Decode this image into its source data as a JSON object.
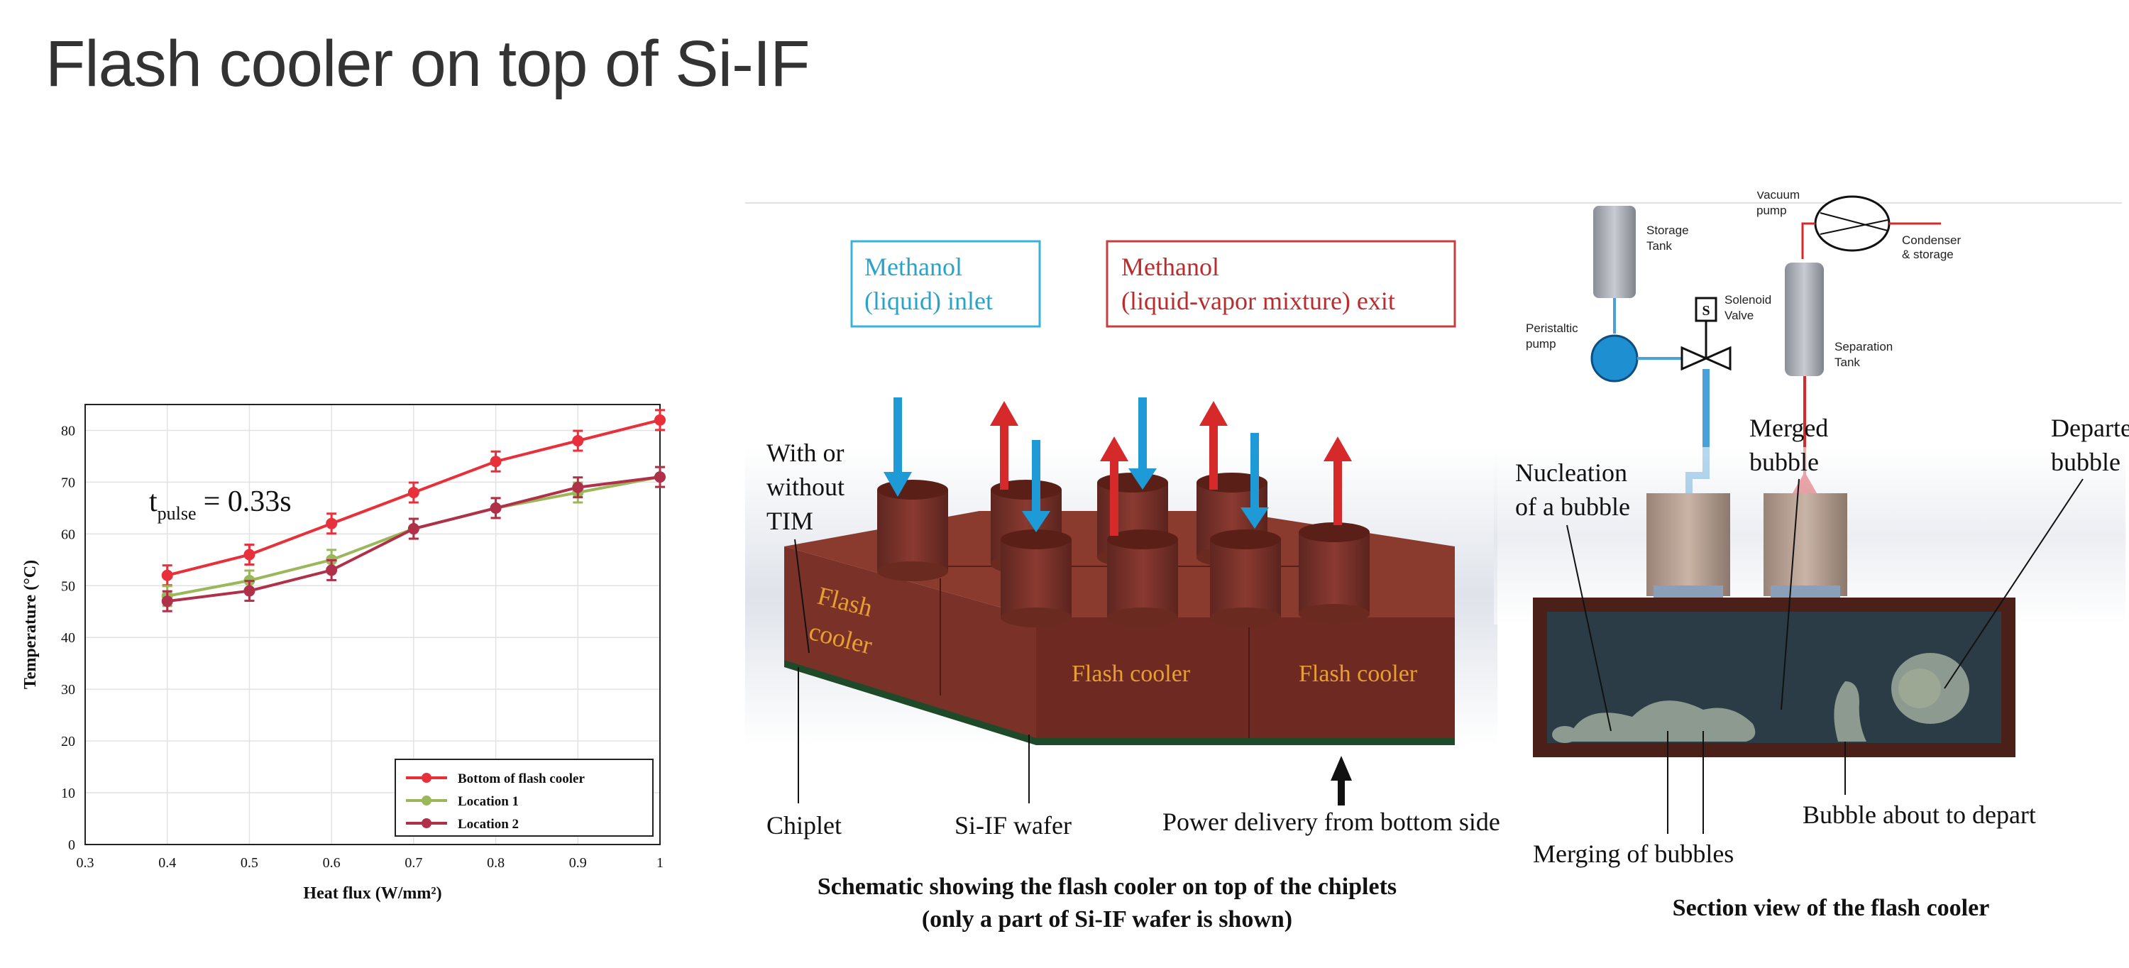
{
  "slide": {
    "title": "Flash cooler on top of Si-IF"
  },
  "chart_data": {
    "type": "line",
    "xlabel": "Heat flux (W/mm²)",
    "ylabel": "Temperature (°C)",
    "xlim": [
      0.3,
      1.0
    ],
    "ylim": [
      0,
      85
    ],
    "x_ticks": [
      "0.3",
      "0.4",
      "0.5",
      "0.6",
      "0.7",
      "0.8",
      "0.9",
      "1"
    ],
    "y_ticks": [
      "0",
      "10",
      "20",
      "30",
      "40",
      "50",
      "60",
      "70",
      "80"
    ],
    "grid": true,
    "legend_position": "bottom-right",
    "annotation": {
      "symbol": "t",
      "subscript": "pulse",
      "text": "= 0.33s"
    },
    "x": [
      0.4,
      0.5,
      0.6,
      0.7,
      0.8,
      0.9,
      1.0
    ],
    "series": [
      {
        "name": "Bottom of flash cooler",
        "color": "#e8303a",
        "values": [
          52,
          56,
          62,
          68,
          74,
          78,
          82
        ]
      },
      {
        "name": "Location 1",
        "color": "#9ab85a",
        "values": [
          48,
          51,
          55,
          61,
          65,
          68,
          71
        ]
      },
      {
        "name": "Location 2",
        "color": "#b0304a",
        "values": [
          47,
          49,
          53,
          61,
          65,
          69,
          71
        ]
      }
    ]
  },
  "schematic": {
    "inlet_label": [
      "Methanol",
      "(liquid) inlet"
    ],
    "exit_label": [
      "Methanol",
      "(liquid-vapor mixture) exit"
    ],
    "tim_label": [
      "With or",
      "without",
      "TIM"
    ],
    "flash_cooler_side": [
      "Flash",
      "cooler"
    ],
    "flash_cooler_mid": "Flash cooler",
    "flash_cooler_right": "Flash cooler",
    "chiplet_label": "Chiplet",
    "wafer_label": "Si-IF wafer",
    "power_label": "Power delivery from bottom side",
    "caption": [
      "Schematic showing the flash cooler on top of the chiplets",
      "(only a part of Si-IF wafer is shown)"
    ],
    "colors": {
      "inlet": "#1e9bd7",
      "exit": "#d62a2a",
      "cooler": "#7a3128",
      "wafer": "#1f4a2a"
    }
  },
  "section": {
    "storage_tank": [
      "Storage",
      "Tank"
    ],
    "peristaltic_pump": [
      "Peristaltic",
      "pump"
    ],
    "solenoid_valve": [
      "Solenoid",
      "Valve"
    ],
    "solenoid_symbol": "S",
    "vacuum_pump": [
      "Vacuum",
      "pump"
    ],
    "condenser": [
      "Condenser",
      "& storage"
    ],
    "separation_tank": [
      "Separation",
      "Tank"
    ],
    "nucleation": [
      "Nucleation",
      "of a bubble"
    ],
    "merged": [
      "Merged",
      "bubble"
    ],
    "departed": [
      "Departed",
      "bubble"
    ],
    "about_to_depart": "Bubble about to depart",
    "merging": "Merging of bubbles",
    "caption": "Section view of the flash cooler"
  }
}
